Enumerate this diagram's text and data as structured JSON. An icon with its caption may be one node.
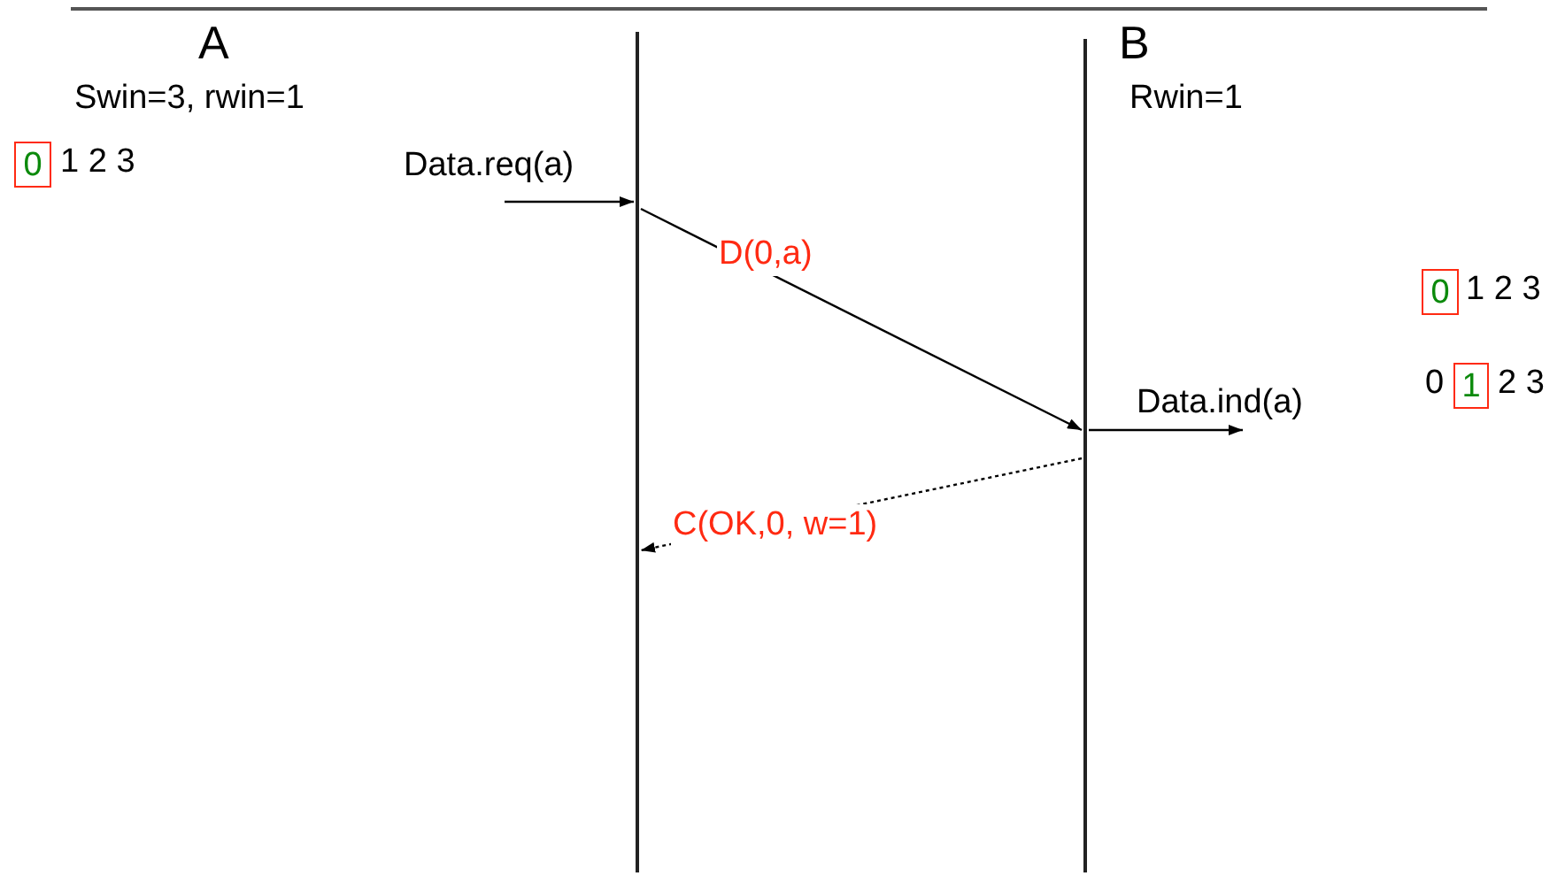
{
  "diagram": {
    "nodes": [
      {
        "text": [],
        "shape": "bar"
      },
      {
        "text": [],
        "shape": "bar"
      },
      {
        "text": [
          "0"
        ]
      },
      {
        "text": [
          "0"
        ]
      },
      {
        "text": [
          "1"
        ]
      }
    ],
    "edges": [
      {
        "from": null,
        "to": 0,
        "arrow": "to",
        "label": "Data.req(a)"
      },
      {
        "from": 0,
        "to": 1,
        "arrow": "to",
        "label": "D(0,a)"
      },
      {
        "from": 1,
        "to": 0,
        "arrow": "to",
        "label": "C(OK,0, w=1)",
        "style": "dashed"
      },
      {
        "from": 1,
        "to": null,
        "arrow": "to",
        "label": "Data.ind(a)"
      }
    ],
    "labels": [
      "A",
      "Swin=3, rwin=1",
      "1 2 3",
      "B",
      "Rwin=1",
      "1 2 3",
      "0",
      "2 3"
    ]
  }
}
